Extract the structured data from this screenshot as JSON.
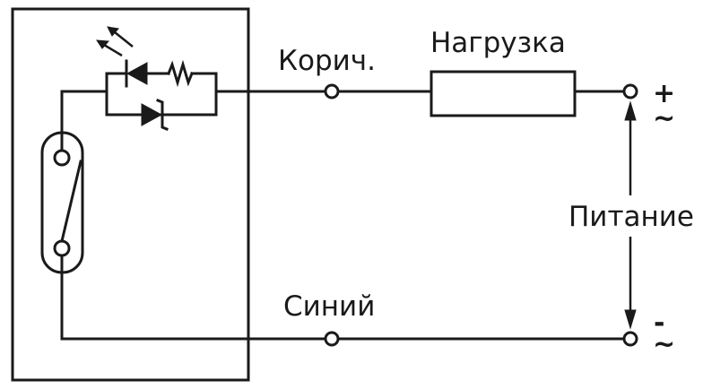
{
  "labels": {
    "brown_wire": "Корич.",
    "load": "Нагрузка",
    "power": "Питание",
    "blue_wire": "Синий"
  },
  "terminals": {
    "plus_top": "+",
    "plus_bottom": "~",
    "minus_top": "-",
    "minus_bottom": "~"
  },
  "colors": {
    "line": "#1a1a1a",
    "background": "#ffffff"
  }
}
